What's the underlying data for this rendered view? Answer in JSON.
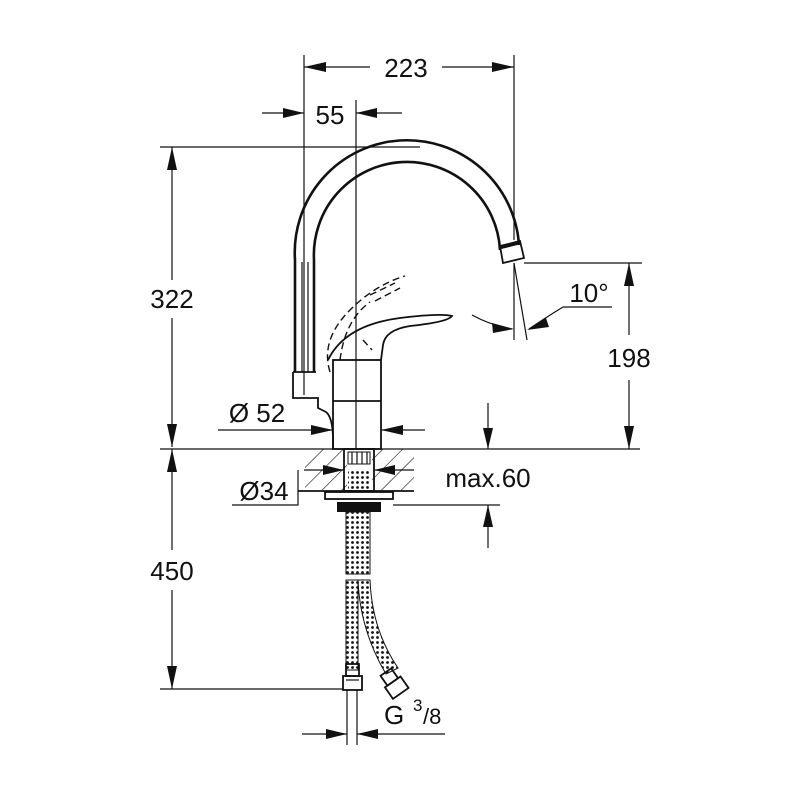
{
  "drawing": {
    "subject": "single-lever kitchen faucet with swivel spout",
    "colors": {
      "line": "#111111",
      "background": "#ffffff"
    },
    "dimensions": {
      "spout_reach": "223",
      "lever_offset": "55",
      "total_height": "322",
      "spout_outlet_height": "198",
      "swivel_angle": "10°",
      "body_diameter": "Ø 52",
      "hole_diameter": "Ø34",
      "max_deck_thickness": "max.60",
      "hose_length": "450",
      "connection_thread_main": "G",
      "connection_thread_num": "3",
      "connection_thread_den": "/8"
    }
  }
}
